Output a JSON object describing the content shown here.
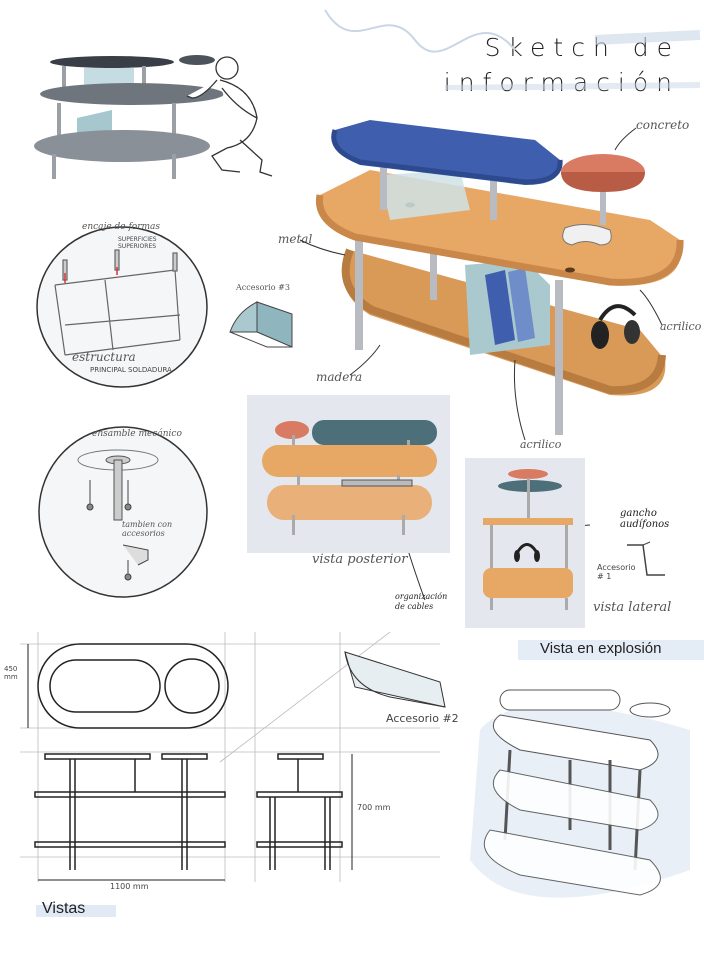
{
  "title": {
    "line1": "Sketch de",
    "line2": "información"
  },
  "labels": {
    "concreto": "concreto",
    "metal": "metal",
    "madera": "madera",
    "acrilico_top": "acrilico",
    "acrilico_bottom": "acrilico",
    "accesorio3": "Accesorio #3",
    "encaje": "encaje de formas",
    "superficies": "SUPERFICIES SUPERIORES",
    "estructura": "estructura",
    "principal": "PRINCIPAL SOLDADURA",
    "ensamble": "ensamble mecánico",
    "tambien": "tambien con accesorios",
    "vista_posterior": "vista posterior",
    "organizacion": "organización de cables",
    "gancho": "gancho audífonos",
    "accesorio1": "Accesorio # 1",
    "vista_lateral": "vista lateral",
    "vista_explosion": "Vista en explosión",
    "accesorio2": "Accesorio #2",
    "vistas": "Vistas",
    "dim_450": "450 mm",
    "dim_700": "700 mm",
    "dim_1100": "1100 mm"
  },
  "colors": {
    "wood": "#e8a865",
    "wood_dark": "#c9874a",
    "blue_top": "#3f5fae",
    "concrete": "#d97a62",
    "acrylic": "#a9c9cf",
    "metal": "#b8bcc2",
    "panel": "#e4e8ee",
    "wash": "#d9e4f2"
  },
  "icons": [
    "person-icon",
    "headphones-icon",
    "controller-icon",
    "screw-icon",
    "hook-icon"
  ]
}
